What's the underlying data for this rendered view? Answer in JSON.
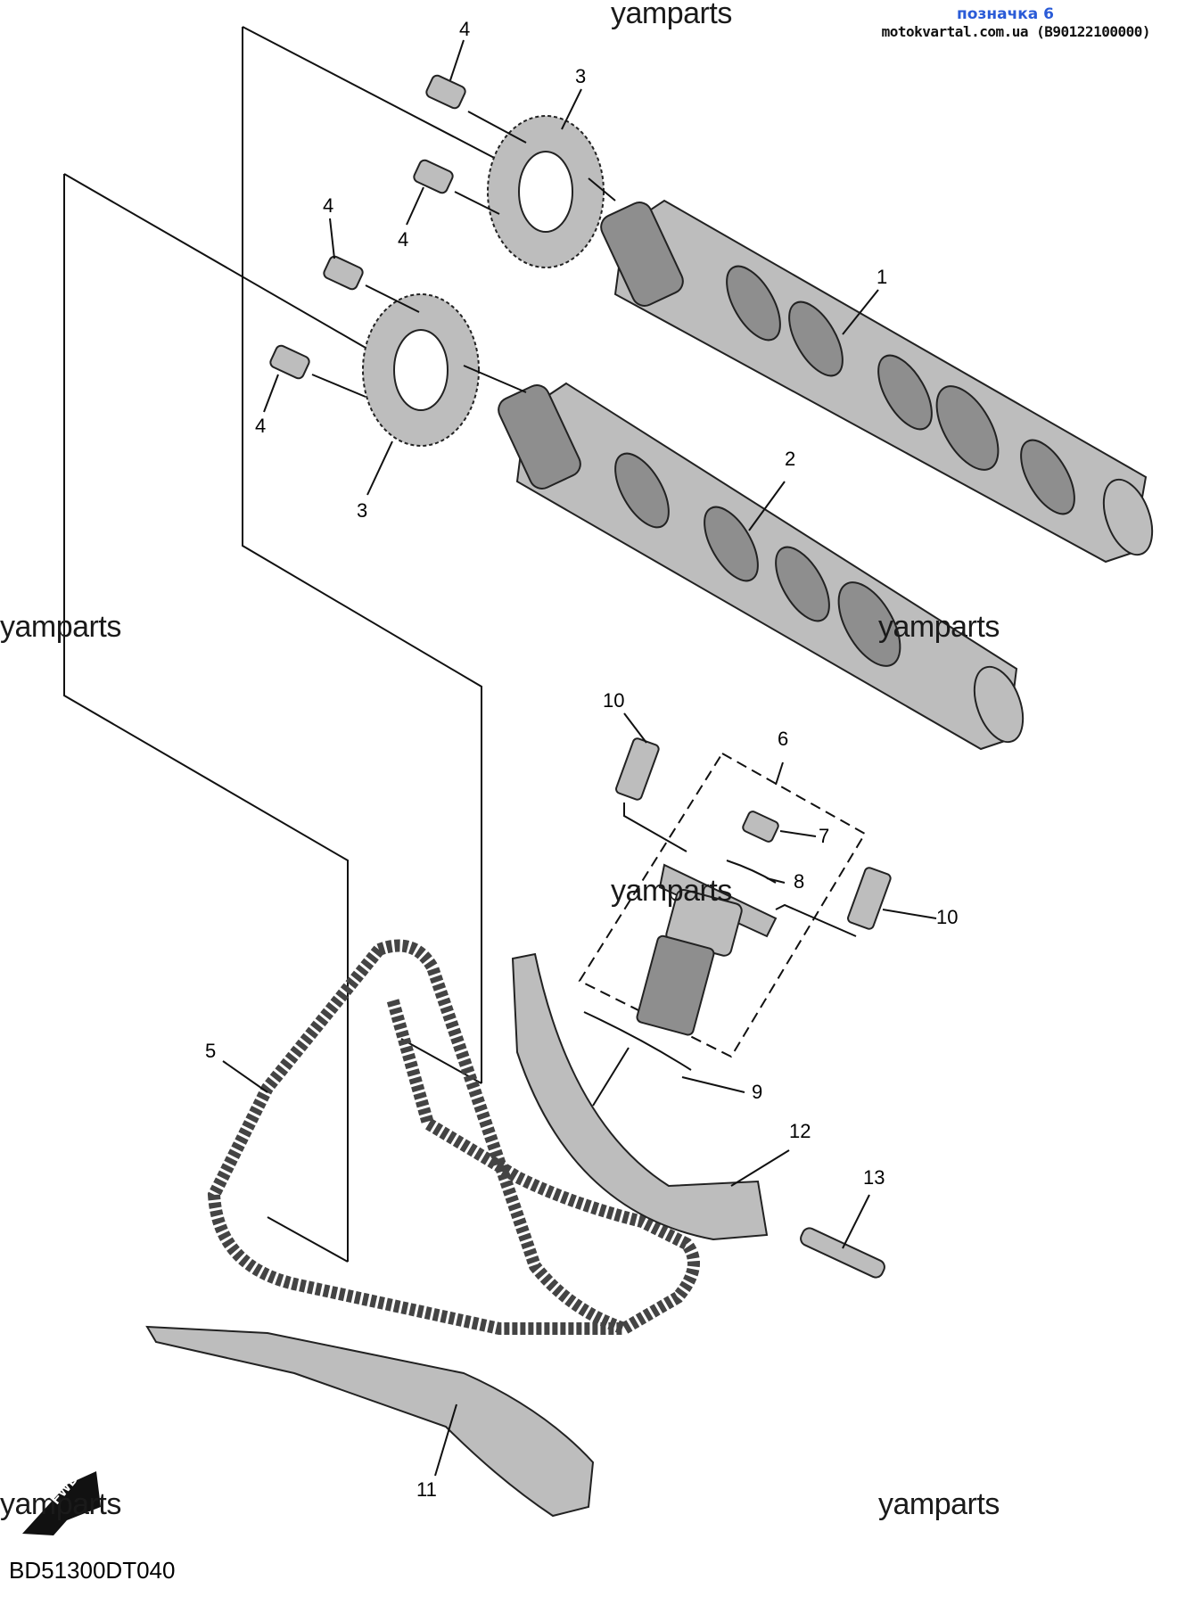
{
  "header": {
    "reference_title": "позначка 6",
    "reference_line": "motokvartal.com.ua (B90122100000)"
  },
  "watermarks": [
    "yamparts",
    "yamparts",
    "yamparts",
    "yamparts",
    "yamparts",
    "yamparts"
  ],
  "callouts": {
    "c1": "1",
    "c2": "2",
    "c3a": "3",
    "c3b": "3",
    "c4a": "4",
    "c4b": "4",
    "c4c": "4",
    "c4d": "4",
    "c5": "5",
    "c6": "6",
    "c7": "7",
    "c8": "8",
    "c9": "9",
    "c10a": "10",
    "c10b": "10",
    "c11": "11",
    "c12": "12",
    "c13": "13"
  },
  "fwd_label": "FWD",
  "diagram_code": "BD51300DT040",
  "colors": {
    "part_fill": "#bdbdbd",
    "outline": "#222222",
    "header_blue": "#2a5bd7"
  }
}
